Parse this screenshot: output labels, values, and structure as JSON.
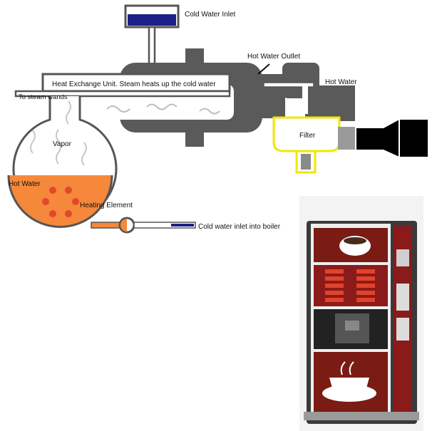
{
  "labels": {
    "cold_water_inlet": "Cold Water Inlet",
    "hot_water_outlet": "Hot Water Outlet",
    "hot_water_right": "Hot Water",
    "heat_exchange": "Heat Exchange Unit. Steam heats up the cold water",
    "steam_wands": "To steam wands",
    "filter": "Filter",
    "vapor": "Vapor",
    "hot_water_boiler": "Hot Water",
    "heating_element": "Heating Element",
    "boiler_inlet": "Cold  water inlet  into boiler"
  },
  "colors": {
    "pipe_gray": "#5a5a5a",
    "water_blue": "#1c1f86",
    "hot_water_orange": "#f5883a",
    "heating_dot": "#e4472a",
    "filter_yellow": "#f2e600",
    "machine_red": "#8b1a1a"
  },
  "icons": {
    "vending_machine": "coffee-vending-machine-illustration",
    "spout": "black-nozzle-icon"
  }
}
